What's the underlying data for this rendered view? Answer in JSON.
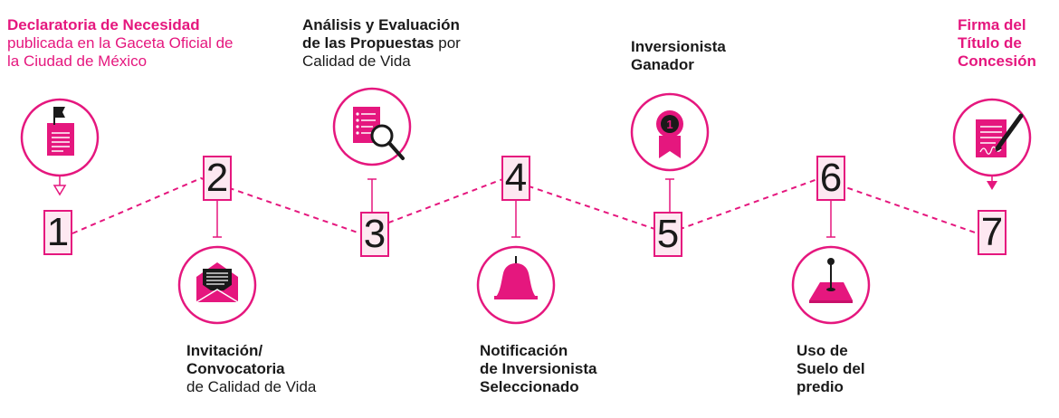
{
  "colors": {
    "accent": "#e5177e",
    "box_fill": "#fde8f1",
    "text": "#1a1a1a"
  },
  "steps": [
    {
      "number": "1",
      "icon": "flag-document-icon",
      "label": {
        "bold": "Declaratoria de Necesidad",
        "normal": "publicada en la Gaceta Oficial de la Ciudad de México"
      }
    },
    {
      "number": "2",
      "icon": "envelope-icon",
      "label": {
        "bold1": "Invitación/",
        "bold2": "Convocatoria",
        "normal": "de Calidad de Vida"
      }
    },
    {
      "number": "3",
      "icon": "magnifier-document-icon",
      "label": {
        "bold1": "Análisis y Evaluación",
        "bold2": "de las Propuestas",
        "normal_inline": " por",
        "normal": "Calidad de Vida"
      }
    },
    {
      "number": "4",
      "icon": "bell-icon",
      "label": {
        "line1": "Notificación",
        "line2": "de Inversionista",
        "line3": "Seleccionado"
      }
    },
    {
      "number": "5",
      "icon": "award-ribbon-icon",
      "badge": "1",
      "label": {
        "line1": "Inversionista",
        "line2": "Ganador"
      }
    },
    {
      "number": "6",
      "icon": "land-pin-icon",
      "label": {
        "line1": "Uso de",
        "line2": "Suelo del",
        "line3": "predio"
      }
    },
    {
      "number": "7",
      "icon": "signed-document-icon",
      "label": {
        "line1": "Firma del",
        "line2": "Título de",
        "line3": "Concesión"
      }
    }
  ]
}
